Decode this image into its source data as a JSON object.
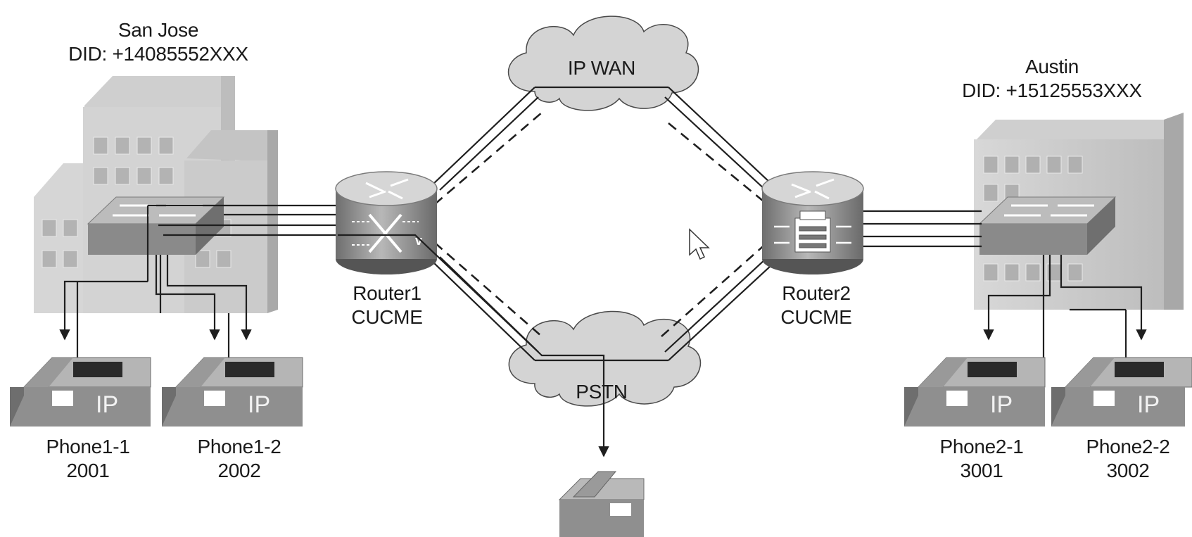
{
  "sites": {
    "san_jose": {
      "name": "San Jose",
      "did": "DID: +14085552XXX"
    },
    "austin": {
      "name": "Austin",
      "did": "DID: +15125553XXX"
    }
  },
  "clouds": {
    "ip_wan": "IP WAN",
    "pstn": "PSTN"
  },
  "routers": {
    "router1": {
      "name": "Router1",
      "role": "CUCME"
    },
    "router2": {
      "name": "Router2",
      "role": "CUCME"
    }
  },
  "phones": {
    "phone1_1": {
      "name": "Phone1-1",
      "ext": "2001"
    },
    "phone1_2": {
      "name": "Phone1-2",
      "ext": "2002"
    },
    "phone2_1": {
      "name": "Phone2-1",
      "ext": "3001"
    },
    "phone2_2": {
      "name": "Phone2-2",
      "ext": "3002"
    }
  },
  "icons": {
    "building": "building-icon",
    "switch": "switch-icon",
    "router": "router-icon",
    "voice_router": "voice-router-icon",
    "ip_phone": "ip-phone-icon",
    "analog_phone": "analog-phone-icon",
    "cloud": "cloud-icon",
    "cursor": "mouse-cursor-icon"
  },
  "colors": {
    "line": "#1f1f1f",
    "device": "#8c8c8c",
    "building": "#c9c9c9",
    "cloud": "#d4d4d4"
  }
}
